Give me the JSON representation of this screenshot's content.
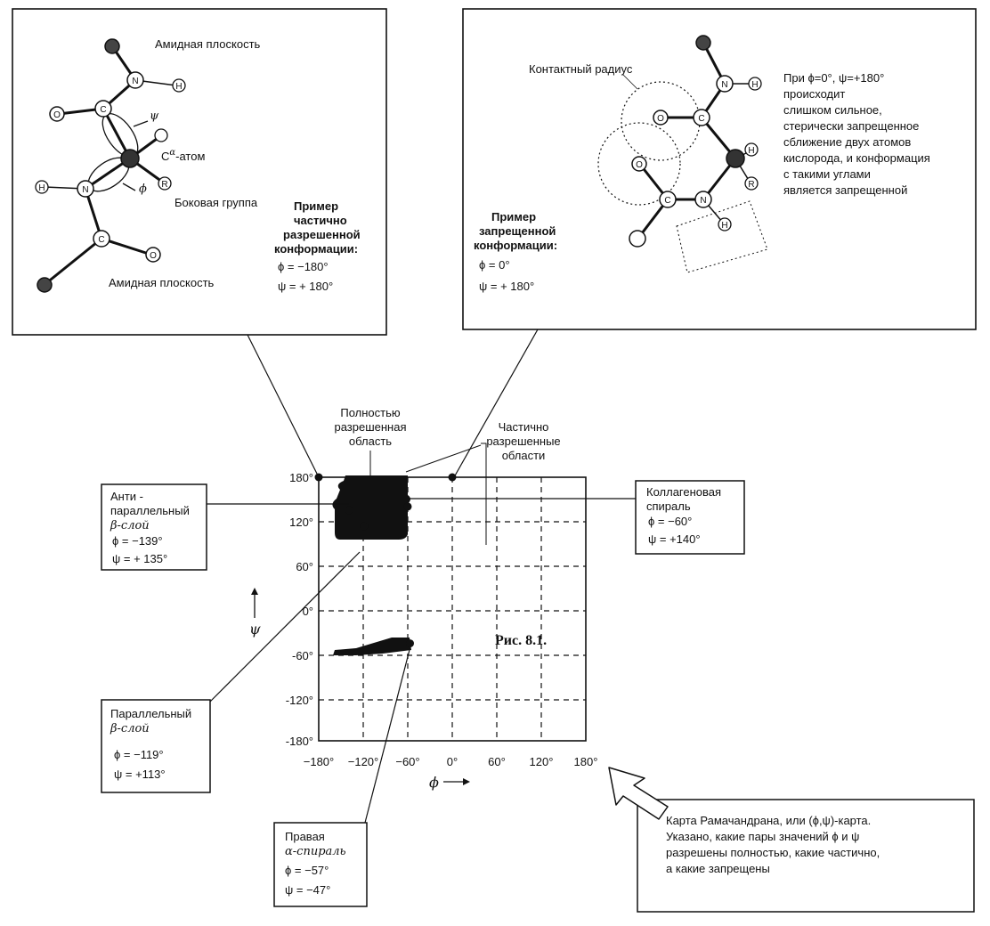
{
  "diagram": {
    "left_panel": {
      "amide_plane_top": "Амидная плоскость",
      "amide_plane_bottom": "Амидная плоскость",
      "calpha_atom_base": "C",
      "calpha_atom_sup": "α",
      "calpha_atom_suffix": "-атом",
      "side_group": "Боковая группа",
      "psi_symbol": "ψ",
      "phi_symbol": "ϕ",
      "example_title": [
        "Пример",
        "частично",
        "разрешенной",
        "конформации:"
      ],
      "phi_line": "ϕ  =  −180°",
      "psi_line": "ψ  =  + 180°",
      "atoms": {
        "N": "N",
        "H": "H",
        "C": "C",
        "O": "O",
        "R": "R"
      }
    },
    "right_panel": {
      "contact_radius": "Контактный радиус",
      "description": [
        "При ϕ=0°,  ψ=+180°",
        "происходит",
        "слишком сильное,",
        "стерически запрещенное",
        "сближение двух атомов",
        "кислорода, и конформация",
        "с такими углами",
        "является запрещенной"
      ],
      "example_title": [
        "Пример",
        "запрещенной",
        "конформации:"
      ],
      "phi_line": "ϕ  =  0°",
      "psi_line": "ψ  =  + 180°"
    },
    "plot": {
      "fully_allowed_label": [
        "Полностью",
        "разрешенная",
        "область"
      ],
      "partially_allowed_label": [
        "Частично",
        "разрешенные",
        "области"
      ],
      "y_ticks": [
        "180°",
        "120°",
        "60°",
        "0°",
        "-60°",
        "-120°",
        "-180°"
      ],
      "x_ticks": [
        "−180°",
        "−120°",
        "−60°",
        "0°",
        "60°",
        "120°",
        "180°"
      ],
      "y_axis_label": "ψ",
      "x_axis_label": "ϕ",
      "figure_caption": "Рис. 8.1."
    },
    "callouts": {
      "antiparallel": [
        "Анти -",
        "параллельный",
        "β-слой",
        "ϕ  =   −139°",
        "ψ  =   + 135°"
      ],
      "parallel": [
        "Параллельный",
        "β-слой",
        "ϕ  = −119°",
        "ψ  =  +113°"
      ],
      "right_helix": [
        "Правая",
        "α-спираль",
        "ϕ  =   −57°",
        "ψ  =   −47°"
      ],
      "collagen": [
        "Коллагеновая",
        "спираль",
        "ϕ  =   −60°",
        "ψ  =   +140°"
      ],
      "caption_box": [
        "Карта Рамачандрана, или  (ϕ,ψ)-карта.",
        "Указано, какие пары значений ϕ и ψ",
        "разрешены полностью, какие частично,",
        "а какие  запрещены"
      ]
    },
    "points": [
      {
        "name": "antiparallel-beta",
        "phi": -139,
        "psi": 135
      },
      {
        "name": "parallel-beta",
        "phi": -119,
        "psi": 113
      },
      {
        "name": "right-alpha-helix",
        "phi": -57,
        "psi": -47
      },
      {
        "name": "collagen-helix",
        "phi": -60,
        "psi": 140
      },
      {
        "name": "partially-allowed-example",
        "phi": -180,
        "psi": 180
      },
      {
        "name": "forbidden-example",
        "phi": 0,
        "psi": 180
      }
    ]
  }
}
